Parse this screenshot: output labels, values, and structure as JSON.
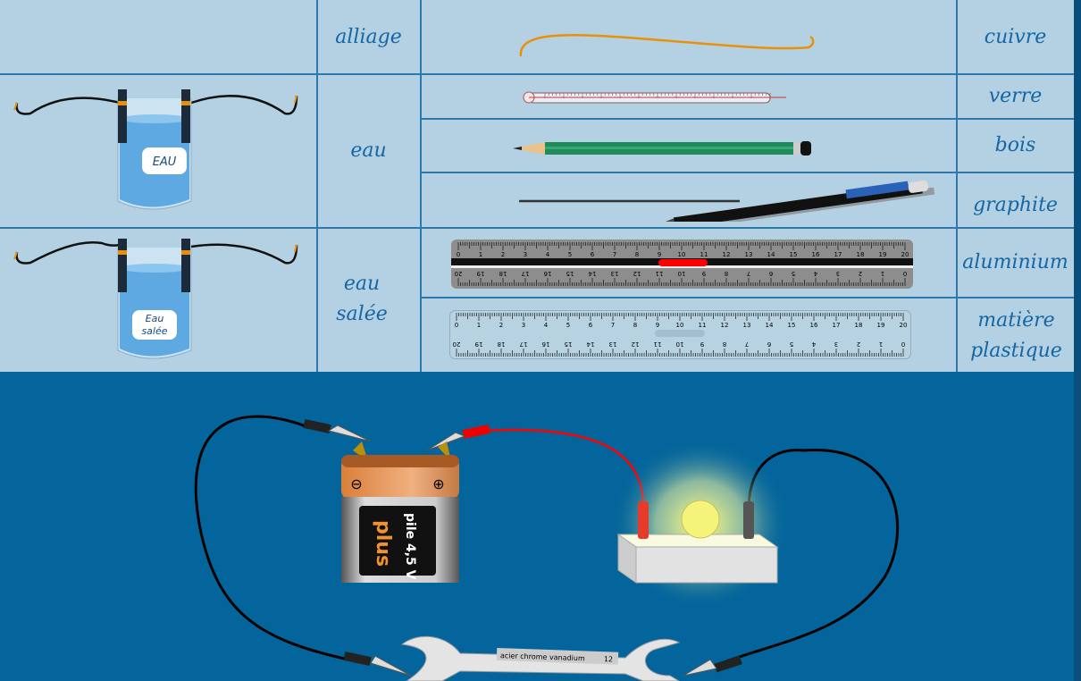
{
  "table": {
    "liquids": [
      {
        "label": "alliage"
      },
      {
        "label": "eau"
      },
      {
        "label": "eau salée"
      }
    ],
    "materials": [
      {
        "label": "cuivre"
      },
      {
        "label": "verre"
      },
      {
        "label": "bois"
      },
      {
        "label": "graphite"
      },
      {
        "label": "aluminium"
      },
      {
        "label": "matière plastique"
      }
    ],
    "beakers": [
      {
        "label": "EAU"
      },
      {
        "label_line1": "Eau",
        "label_line2": "salée"
      }
    ]
  },
  "ruler": {
    "top_numbers": [
      "0",
      "1",
      "2",
      "3",
      "4",
      "5",
      "6",
      "7",
      "8",
      "9",
      "10",
      "11",
      "12",
      "13",
      "14",
      "15",
      "16",
      "17",
      "18",
      "19",
      "20"
    ]
  },
  "circuit": {
    "battery": {
      "line1": "pile 4,5 V",
      "brand": "plus",
      "minus": "⊖",
      "plus_sign": "⊕"
    },
    "wrench": {
      "text": "acier chrome vanadium",
      "size": "12"
    },
    "lamp_on": true
  },
  "colors": {
    "table_bg": "#b3d1e2",
    "border": "#2f79aa",
    "label": "#1566a5",
    "bench_bg": "#03659b",
    "copper": "#e8900a"
  }
}
